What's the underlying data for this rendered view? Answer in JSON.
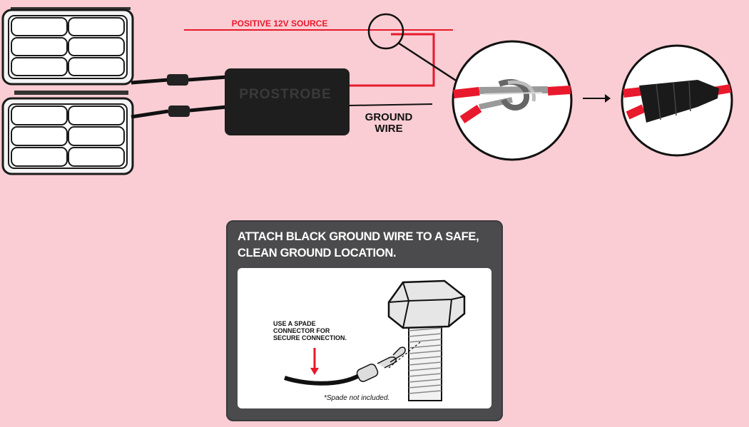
{
  "diagram": {
    "positive_source_label": "POSITIVE 12V SOURCE",
    "module_brand": "PROSTROBE",
    "ground_wire_label_line1": "GROUND",
    "ground_wire_label_line2": "WIRE",
    "arrow_icon": "arrow-right-icon"
  },
  "ground_panel": {
    "title": "ATTACH BLACK GROUND WIRE TO A SAFE, CLEAN GROUND LOCATION.",
    "callout_line1": "USE A SPADE",
    "callout_line2": "CONNECTOR FOR",
    "callout_line3": "SECURE CONNECTION.",
    "footnote": "*Spade not included."
  },
  "colors": {
    "background": "#f9cdd3",
    "wire_red": "#e8192c",
    "module_black": "#1e1e1e",
    "panel_gray": "#4b4b4d"
  }
}
